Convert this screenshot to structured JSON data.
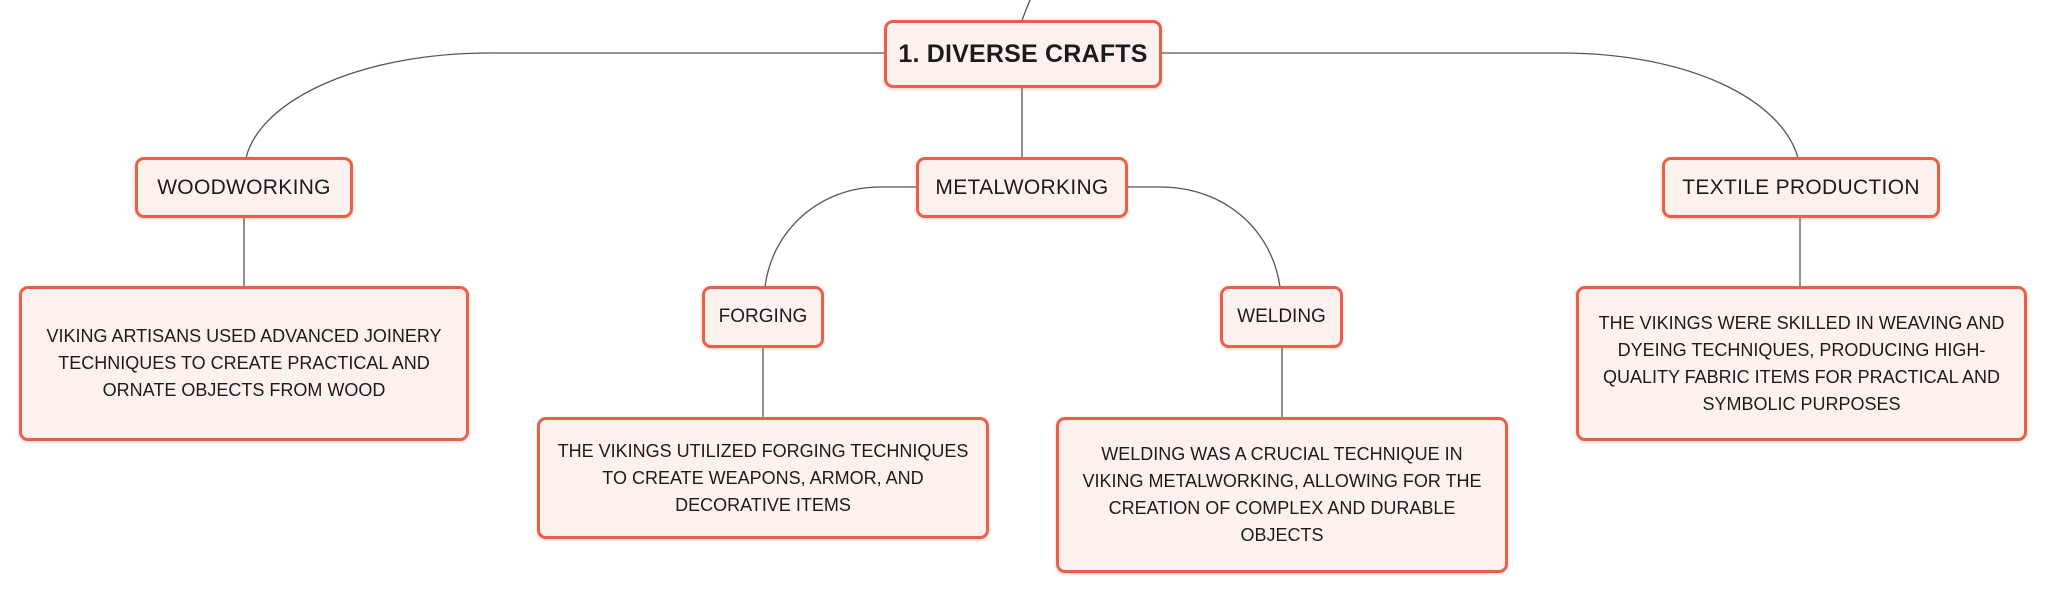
{
  "accent_color": "#e8604a",
  "node_fill": "#fdf1ee",
  "connector_color": "#555555",
  "root": {
    "label": "1. DIVERSE CRAFTS"
  },
  "branches": [
    {
      "label": "WOODWORKING",
      "description": "VIKING ARTISANS USED ADVANCED JOINERY TECHNIQUES TO CREATE PRACTICAL AND ORNATE OBJECTS FROM WOOD"
    },
    {
      "label": "METALWORKING",
      "children": [
        {
          "label": "FORGING",
          "description": "THE VIKINGS UTILIZED FORGING TECHNIQUES TO CREATE WEAPONS, ARMOR, AND DECORATIVE ITEMS"
        },
        {
          "label": "WELDING",
          "description": "WELDING WAS A CRUCIAL TECHNIQUE IN VIKING METALWORKING, ALLOWING FOR THE CREATION OF COMPLEX AND DURABLE OBJECTS"
        }
      ]
    },
    {
      "label": "TEXTILE PRODUCTION",
      "description": "THE VIKINGS WERE SKILLED IN WEAVING AND DYEING TECHNIQUES, PRODUCING HIGH-QUALITY FABRIC ITEMS FOR PRACTICAL AND SYMBOLIC PURPOSES"
    }
  ]
}
